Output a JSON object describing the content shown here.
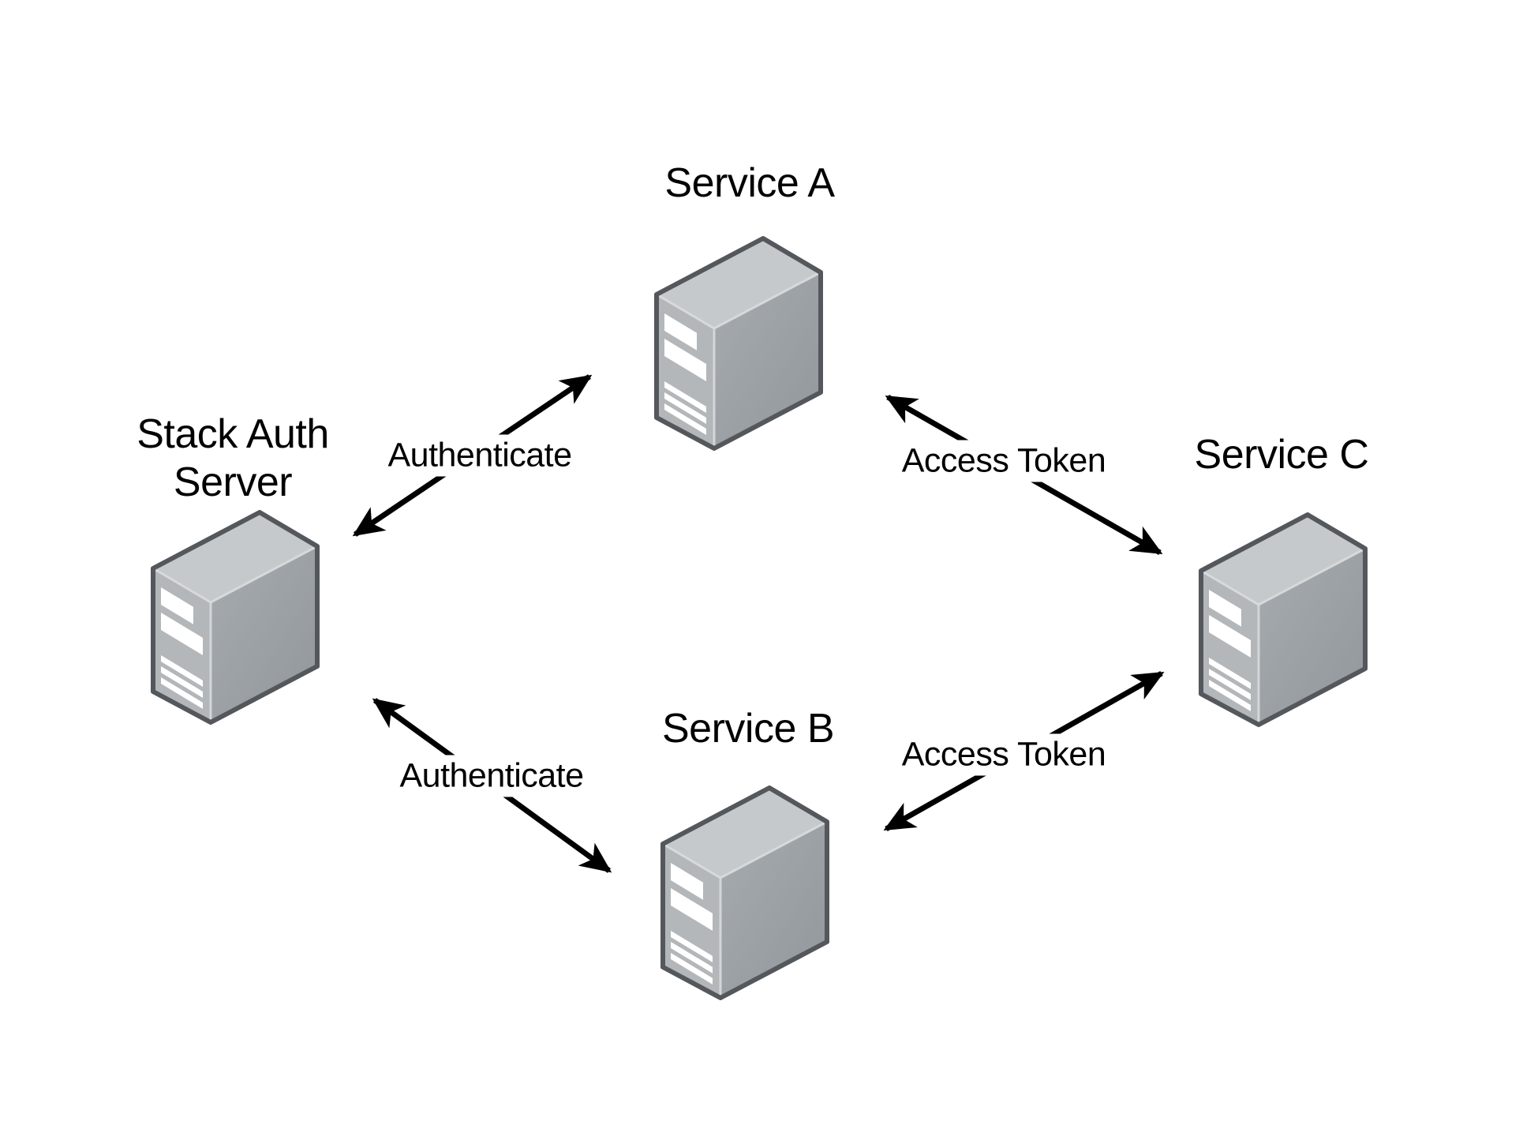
{
  "diagram": {
    "type": "architecture-diagram",
    "background": "#ffffff"
  },
  "colors": {
    "background": "#ffffff",
    "text": "#000000",
    "arrow": "#000000",
    "server_outline": "#54585c",
    "server_top_face": "#c6c9cb",
    "server_left_face": "#b3b7ba",
    "server_right_face": "#9aa0a4",
    "server_edge_highlight": "#d9dbdd",
    "server_stripe": "#ffffff"
  },
  "nodes": {
    "stack_auth_server": {
      "label": "Stack Auth Server",
      "icon": "server-icon"
    },
    "service_a": {
      "label": "Service A",
      "icon": "server-icon"
    },
    "service_b": {
      "label": "Service B",
      "icon": "server-icon"
    },
    "service_c": {
      "label": "Service C",
      "icon": "server-icon"
    }
  },
  "edges": {
    "stack_auth_to_service_a": {
      "label": "Authenticate",
      "from": "stack_auth_server",
      "to": "service_a",
      "direction": "bidirectional"
    },
    "stack_auth_to_service_b": {
      "label": "Authenticate",
      "from": "stack_auth_server",
      "to": "service_b",
      "direction": "bidirectional"
    },
    "service_a_to_service_c": {
      "label": "Access Token",
      "from": "service_a",
      "to": "service_c",
      "direction": "bidirectional"
    },
    "service_b_to_service_c": {
      "label": "Access Token",
      "from": "service_b",
      "to": "service_c",
      "direction": "bidirectional"
    }
  }
}
